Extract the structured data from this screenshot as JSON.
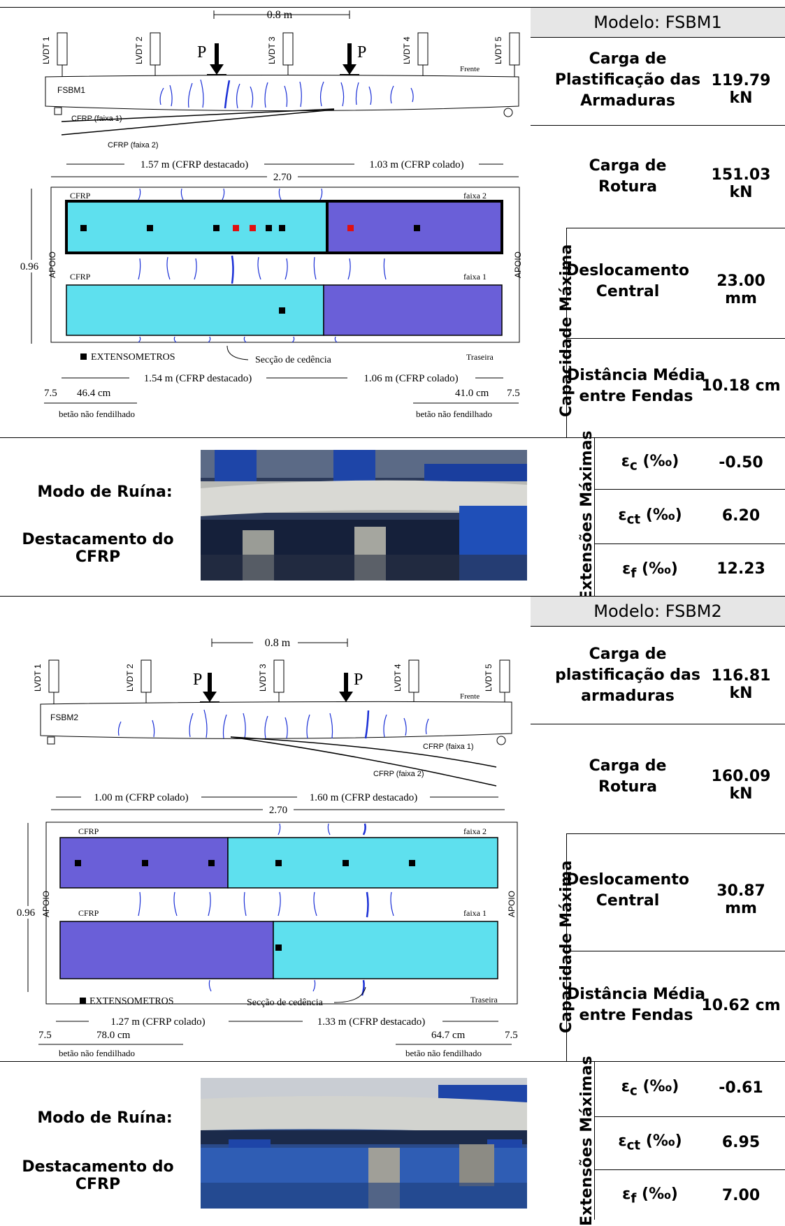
{
  "fsbm1": {
    "header": "Modelo: FSBM1",
    "carga_plast_label": "Carga de Plastificação das Armaduras",
    "carga_plast_l1": "Carga de",
    "carga_plast_l2": "Plastificação das",
    "carga_plast_l3": "Armaduras",
    "carga_plast_value": "119.79 kN",
    "carga_rotura_l1": "Carga de",
    "carga_rotura_l2": "Rotura",
    "carga_rotura_value": "151.03 kN",
    "desloc_l1": "Deslocamento",
    "desloc_l2": "Central",
    "desloc_value": "23.00 mm",
    "dist_l1": "Distância Média",
    "dist_l2": "entre Fendas",
    "dist_value": "10.18 cm",
    "cap_max": "Capacidade Máxima",
    "ext_max": "Extensões Máximas",
    "eps_c_value": "-0.50",
    "eps_ct_value": "6.20",
    "eps_f_value": "12.23",
    "modo_ruina": "Modo de Ruína:",
    "destacamento": "Destacamento do CFRP",
    "diagram": {
      "span": "0.8 m",
      "lvdt": [
        "LVDT 1",
        "LVDT 2",
        "LVDT 3",
        "LVDT 4",
        "LVDT 5"
      ],
      "p": "P",
      "beam": "FSBM1",
      "frente": "Frente",
      "faixa1_curve": "CFRP (faixa 1)",
      "faixa2_curve": "CFRP (faixa 2)",
      "top_left_dim": "1.57 m (CFRP destacado)",
      "top_right_dim": "1.03 m (CFRP colado)",
      "total": "2.70",
      "height": "0.96",
      "apoio": "APOIO",
      "cfrp": "CFRP",
      "faixa2": "faixa 2",
      "faixa1": "faixa 1",
      "extensometros": "EXTENSOMETROS",
      "seccao": "Secção de cedência",
      "traseira": "Traseira",
      "bot_left_dim": "1.54 m (CFRP destacado)",
      "bot_right_dim": "1.06 m (CFRP colado)",
      "d75": "7.5",
      "d_left": "46.4 cm",
      "d_right": "41.0 cm",
      "nao_fend": "betão não fendilhado"
    }
  },
  "fsbm2": {
    "header": "Modelo: FSBM2",
    "carga_plast_l1": "Carga de",
    "carga_plast_l2": "plastificação das",
    "carga_plast_l3": "armaduras",
    "carga_plast_value": "116.81 kN",
    "carga_rotura_l1": "Carga de",
    "carga_rotura_l2": "Rotura",
    "carga_rotura_value": "160.09 kN",
    "desloc_l1": "Deslocamento",
    "desloc_l2": "Central",
    "desloc_value": "30.87 mm",
    "dist_l1": "Distância Média",
    "dist_l2": "entre Fendas",
    "dist_value": "10.62 cm",
    "cap_max": "Capacidade Máxima",
    "ext_max": "Extensões Máximas",
    "eps_c_value": "-0.61",
    "eps_ct_value": "6.95",
    "eps_f_value": "7.00",
    "modo_ruina": "Modo de Ruína:",
    "destacamento": "Destacamento do CFRP",
    "diagram": {
      "span": "0.8 m",
      "lvdt": [
        "LVDT 1",
        "LVDT 2",
        "LVDT 3",
        "LVDT 4",
        "LVDT 5"
      ],
      "p": "P",
      "beam": "FSBM2",
      "frente": "Frente",
      "faixa1_curve": "CFRP (faixa 1)",
      "faixa2_curve": "CFRP (faixa 2)",
      "top_left_dim": "1.00 m (CFRP colado)",
      "top_right_dim": "1.60 m (CFRP destacado)",
      "total": "2.70",
      "height": "0.96",
      "apoio": "APOIO",
      "cfrp": "CFRP",
      "faixa2": "faixa 2",
      "faixa1": "faixa 1",
      "extensometros": "EXTENSOMETROS",
      "seccao": "Secção de cedência",
      "traseira": "Traseira",
      "bot_left_dim": "1.27 m (CFRP colado)",
      "bot_right_dim": "1.33 m (CFRP destacado)",
      "d75": "7.5",
      "d_left": "78.0 cm",
      "d_right": "64.7 cm",
      "nao_fend": "betão não fendilhado"
    }
  },
  "symbols": {
    "eps": "ε",
    "c": "c",
    "ct": "ct",
    "f": "f",
    "permil": "(‰)"
  },
  "colors": {
    "cyan": "#5ee0ee",
    "blue": "#6a5fd8",
    "crack": "#1a2fd6",
    "header_bg": "#e6e6e6"
  }
}
